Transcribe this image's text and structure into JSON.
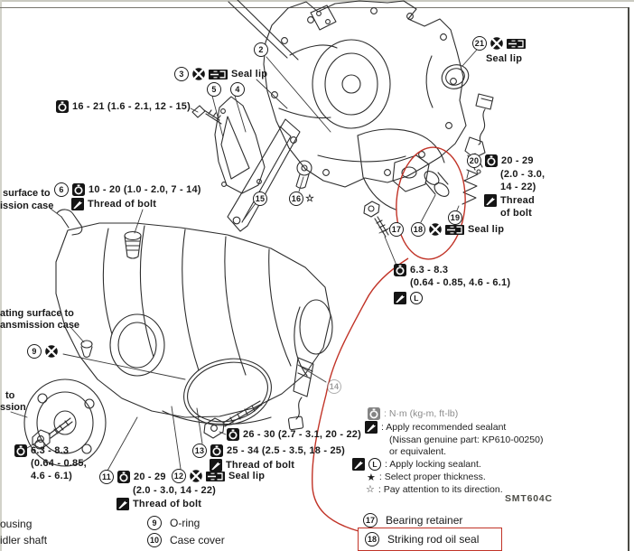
{
  "figure_code": "SMT604C",
  "icon_names": {
    "torque-icon": "torque spec (N-m)",
    "sealant-icon": "apply sealant",
    "gear-oil-icon": "apply gear oil",
    "seal-lip-icon": "seal lip direction",
    "circle-l-icon": "locking sealant"
  },
  "callouts": {
    "c2": {
      "num": "2"
    },
    "c3": {
      "num": "3",
      "label": "Seal lip"
    },
    "c4": {
      "num": "4"
    },
    "c5": {
      "num": "5"
    },
    "c6": {
      "num": "6",
      "torque": "10 - 20 (1.0 - 2.0, 7 - 14)",
      "note": "Thread of bolt"
    },
    "c9": {
      "num": "9"
    },
    "c11": {
      "num": "11",
      "torque_l1": "20 - 29",
      "torque_l2": "(2.0 - 3.0, 14 - 22)",
      "note": "Thread of bolt"
    },
    "c12": {
      "num": "12",
      "label": "Seal lip"
    },
    "c13": {
      "num": "13",
      "torque": "25 - 34 (2.5 - 3.5, 18 - 25)",
      "note": "Thread of bolt"
    },
    "c14": {
      "num": "14"
    },
    "c15": {
      "num": "15"
    },
    "c16": {
      "num": "16",
      "star": "☆"
    },
    "c17": {
      "num": "17"
    },
    "c18": {
      "num": "18",
      "label": "Seal lip"
    },
    "c19": {
      "num": "19"
    },
    "c20": {
      "num": "20",
      "torque_l1": "20 - 29",
      "torque_l2": "(2.0 - 3.0,",
      "torque_l3": "14 - 22)",
      "note_l1": "Thread",
      "note_l2": "of bolt"
    },
    "c21": {
      "num": "21",
      "label": "Seal lip"
    },
    "t16": {
      "torque": "16 - 21 (1.6 - 2.1, 12 - 15)"
    },
    "t26": {
      "torque": "26 - 30 (2.7 - 3.1, 20 - 22)"
    },
    "t63_left": {
      "torque_l1": "6.3 - 8.3",
      "torque_l2": "(0.64 - 0.85,",
      "torque_l3": "4.6 - 6.1)"
    },
    "t63_right": {
      "torque_l1": "6.3 - 8.3",
      "torque_l2": "(0.64 - 0.85, 4.6 - 6.1)",
      "lock": "L"
    }
  },
  "cutoff_labels": {
    "mating1_l1": "surface to",
    "mating1_l2": "ission case",
    "mating2_l1": "ating surface to",
    "mating2_l2": "ansmission case",
    "mating3_l1": "to",
    "mating3_l2": "ssion",
    "housing": "ousing",
    "idler_shaft": "idler shaft"
  },
  "legend": {
    "nm": ": N·m (kg-m, ft-lb)",
    "sealant_l1": ": Apply recommended sealant",
    "sealant_l2": "(Nissan genuine part: KP610-00250)",
    "sealant_l3": "or equivalent.",
    "lock_label": "L",
    "locking": ": Apply locking sealant.",
    "star_filled": "★",
    "thickness": ": Select proper thickness.",
    "star_open": "☆",
    "direction": ": Pay attention to its direction."
  },
  "parts_list": {
    "item9": {
      "num": "9",
      "name": "O-ring"
    },
    "item10": {
      "num": "10",
      "name": "Case cover"
    },
    "item17": {
      "num": "17",
      "name": "Bearing retainer"
    },
    "item18": {
      "num": "18",
      "name": "Striking rod oil seal"
    }
  },
  "colors": {
    "annotation_red": "#c13327",
    "line": "#2e2e2e",
    "page": "#ffffff"
  }
}
